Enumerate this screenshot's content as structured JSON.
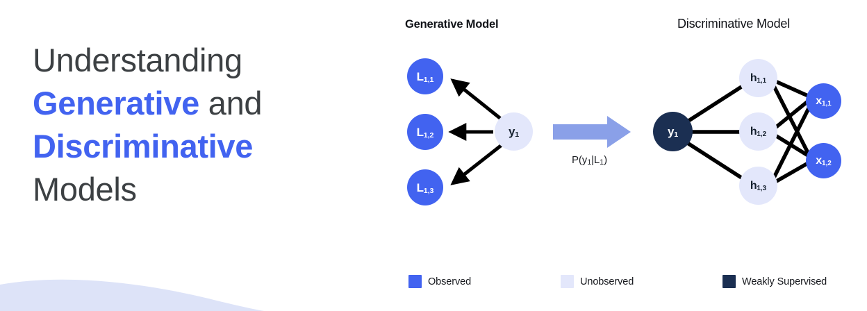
{
  "headline": {
    "line1_plain": "Understanding",
    "line2_accent": "Generative",
    "line2_plain": " and",
    "line3_accent": "Discriminative",
    "line4_plain": "Models",
    "accent_color": "#4263f0",
    "text_color": "#3c4043"
  },
  "panels": {
    "generative": {
      "title": "Generative Model",
      "nodes": [
        {
          "id": "L11",
          "label": "L",
          "sub": "1,1",
          "kind": "observed"
        },
        {
          "id": "L12",
          "label": "L",
          "sub": "1,2",
          "kind": "observed"
        },
        {
          "id": "L13",
          "label": "L",
          "sub": "1,3",
          "kind": "observed"
        },
        {
          "id": "y1",
          "label": "y",
          "sub": "1",
          "kind": "unobserved"
        }
      ],
      "edges": [
        {
          "from": "y1",
          "to": "L11",
          "arrow": true
        },
        {
          "from": "y1",
          "to": "L12",
          "arrow": true
        },
        {
          "from": "y1",
          "to": "L13",
          "arrow": true
        }
      ]
    },
    "transition": {
      "arrow_color": "#8aa0e8",
      "probability_label_prefix": "P(y",
      "probability_label_sub1": "1",
      "probability_label_mid": "|L",
      "probability_label_sub2": "1",
      "probability_label_suffix": ")",
      "probability_label_full": "P(y1|L1)"
    },
    "discriminative": {
      "title": "Discriminative Model",
      "nodes": [
        {
          "id": "y1",
          "label": "y",
          "sub": "1",
          "kind": "weakly-supervised"
        },
        {
          "id": "h11",
          "label": "h",
          "sub": "1,1",
          "kind": "unobserved"
        },
        {
          "id": "h12",
          "label": "h",
          "sub": "1,2",
          "kind": "unobserved"
        },
        {
          "id": "h13",
          "label": "h",
          "sub": "1,3",
          "kind": "unobserved"
        },
        {
          "id": "x11",
          "label": "x",
          "sub": "1,1",
          "kind": "observed"
        },
        {
          "id": "x12",
          "label": "x",
          "sub": "1,2",
          "kind": "observed"
        }
      ],
      "edges": [
        {
          "from": "y1",
          "to": "h11"
        },
        {
          "from": "y1",
          "to": "h12"
        },
        {
          "from": "y1",
          "to": "h13"
        },
        {
          "from": "h11",
          "to": "x11"
        },
        {
          "from": "h11",
          "to": "x12"
        },
        {
          "from": "h12",
          "to": "x11"
        },
        {
          "from": "h12",
          "to": "x12"
        },
        {
          "from": "h13",
          "to": "x11"
        },
        {
          "from": "h13",
          "to": "x12"
        }
      ]
    }
  },
  "legend": {
    "items": [
      {
        "label": "Observed",
        "color": "#4263f0"
      },
      {
        "label": "Unobserved",
        "color": "#e3e7fb"
      },
      {
        "label": "Weakly Supervised",
        "color": "#1b2f52"
      }
    ]
  },
  "decoration": {
    "wave_color": "#dde3f8"
  }
}
